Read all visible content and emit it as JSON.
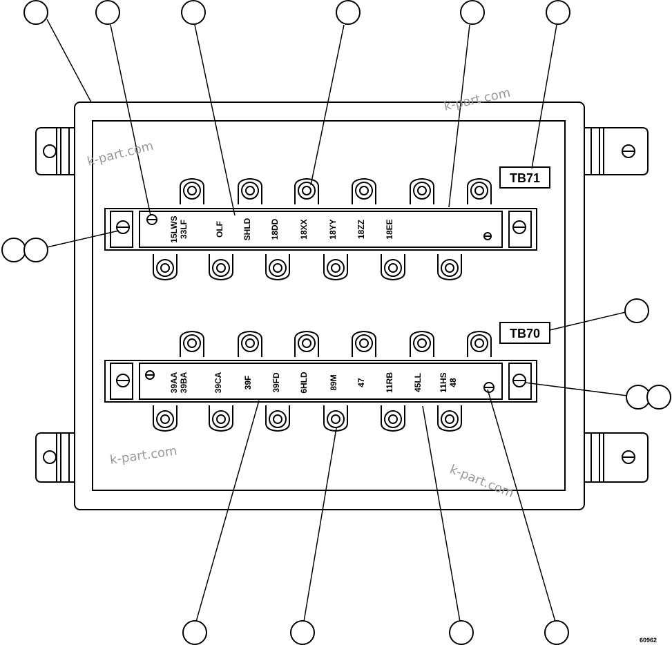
{
  "tags": {
    "upper": "TB71",
    "lower": "TB70"
  },
  "strips": {
    "upper": {
      "labels": [
        [
          "15LWS",
          "33LF"
        ],
        [
          "OLF"
        ],
        [
          "SHLD"
        ],
        [
          "18DD"
        ],
        [
          "18XX"
        ],
        [
          "18YY"
        ],
        [
          "18ZZ"
        ],
        [
          "18EE"
        ]
      ]
    },
    "lower": {
      "labels": [
        [
          "39AA",
          "39BA"
        ],
        [
          "39CA"
        ],
        [
          "39F"
        ],
        [
          "39FD"
        ],
        [
          "6HLD"
        ],
        [
          "89M"
        ],
        [
          "47"
        ],
        [
          "11RB"
        ],
        [
          "45LL"
        ],
        [
          "11HS",
          "48"
        ]
      ]
    }
  },
  "watermarks": [
    "k-part.com",
    "k-part.com",
    "k-part.com",
    "k-part.com"
  ],
  "figure_number": "60962"
}
